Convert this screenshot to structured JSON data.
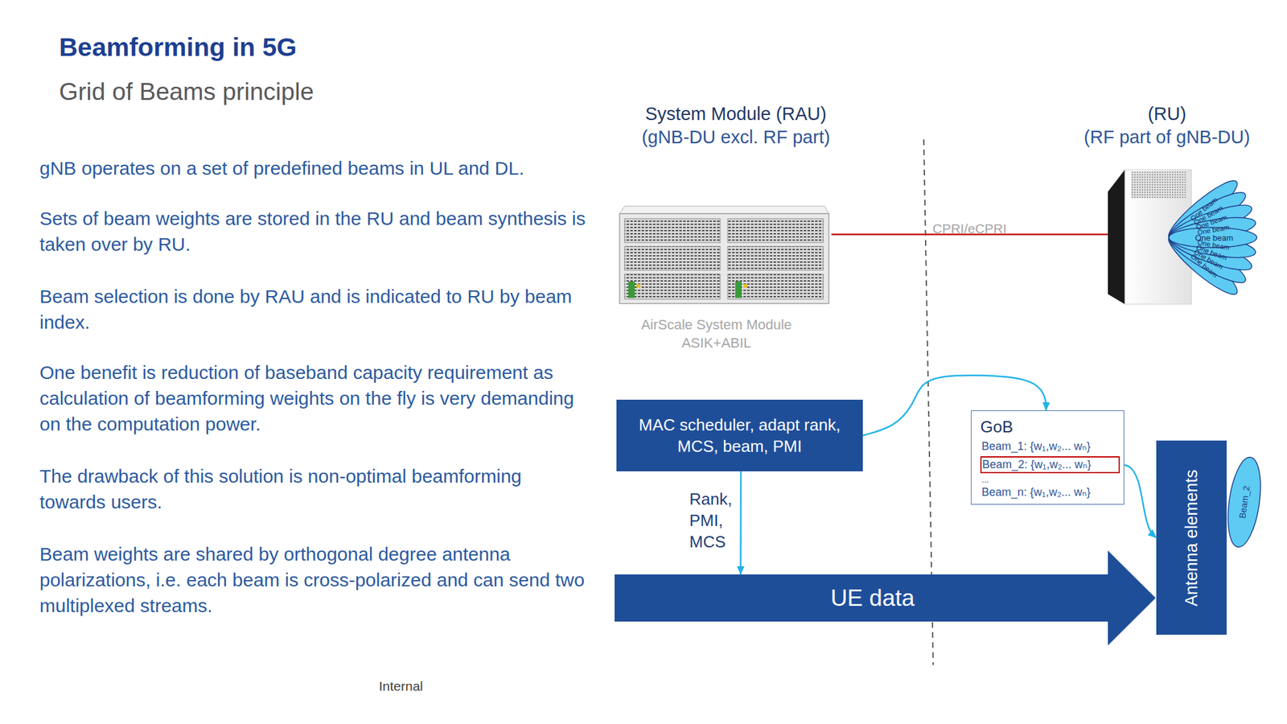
{
  "diagram": {
    "title": "Beamforming in 5G",
    "nodes": [
      {
        "text": [
          "MAC scheduler, adapt rank, MCS, beam, PMI"
        ]
      },
      {
        "text": [
          "GoB",
          "Beam_1: {w₁,w₂... wₙ}",
          "Beam_2: {w₁,w₂... wₙ}",
          "...",
          "Beam_n: {w₁,w₂... wₙ}"
        ]
      },
      {
        "text": [
          "UE data"
        ]
      },
      {
        "text": [
          "Antenna elements"
        ]
      },
      {
        "text": [
          "Beam_2"
        ]
      }
    ],
    "edges": [
      {
        "from": 0,
        "to": 1,
        "arrow": "to"
      },
      {
        "from": 0,
        "to": 2,
        "label": "Rank, PMI, MCS",
        "arrow": "to"
      },
      {
        "from": 1,
        "to": 3,
        "arrow": "to"
      }
    ],
    "labels": [
      "Grid of Beams principle",
      "gNB operates on a set of predefined beams in UL and DL.",
      "Sets of beam weights are stored in the RU and beam synthesis is taken over by RU.",
      "Beam selection is done by RAU and is indicated to RU by beam index.",
      "One benefit is reduction of baseband capacity requirement as calculation of beamforming weights on the fly is very demanding on the computation power.",
      "The drawback of this solution is non-optimal beamforming towards users.",
      "Beam weights are shared by orthogonal degree antenna polarizations, i.e. each beam is cross-polarized and can send two multiplexed streams.",
      "System Module (RAU)",
      "(gNB-DU excl. RF part)",
      "(RU)",
      "(RF part of gNB-DU)",
      "CPRI/eCPRI",
      "One beam",
      "One beam",
      "One beam",
      "One beam",
      "One beam",
      "One beam",
      "One beam",
      "One beam",
      "One beam",
      "AirScale System Module",
      "ASIK+ABIL",
      "Internal"
    ]
  }
}
